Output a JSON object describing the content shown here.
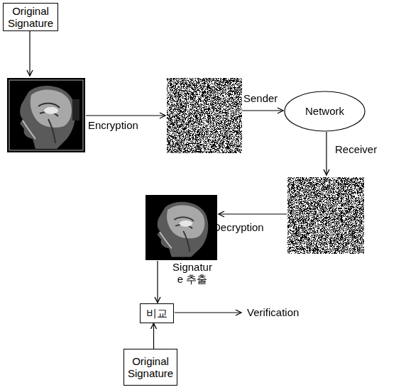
{
  "diagram": {
    "nodes": [
      {
        "text": [
          "Original Signature"
        ]
      },
      {
        "text": [
          "Network"
        ]
      },
      {
        "text": [
          "비교"
        ]
      },
      {
        "text": [
          "Original Signature"
        ]
      }
    ],
    "edges": [
      {
        "from": 3,
        "to": 2,
        "arrow": "to"
      }
    ],
    "labels": [
      "Encryption",
      "Sender",
      "Receiver",
      "Decryption",
      "Signature 추출",
      "Verification"
    ]
  }
}
